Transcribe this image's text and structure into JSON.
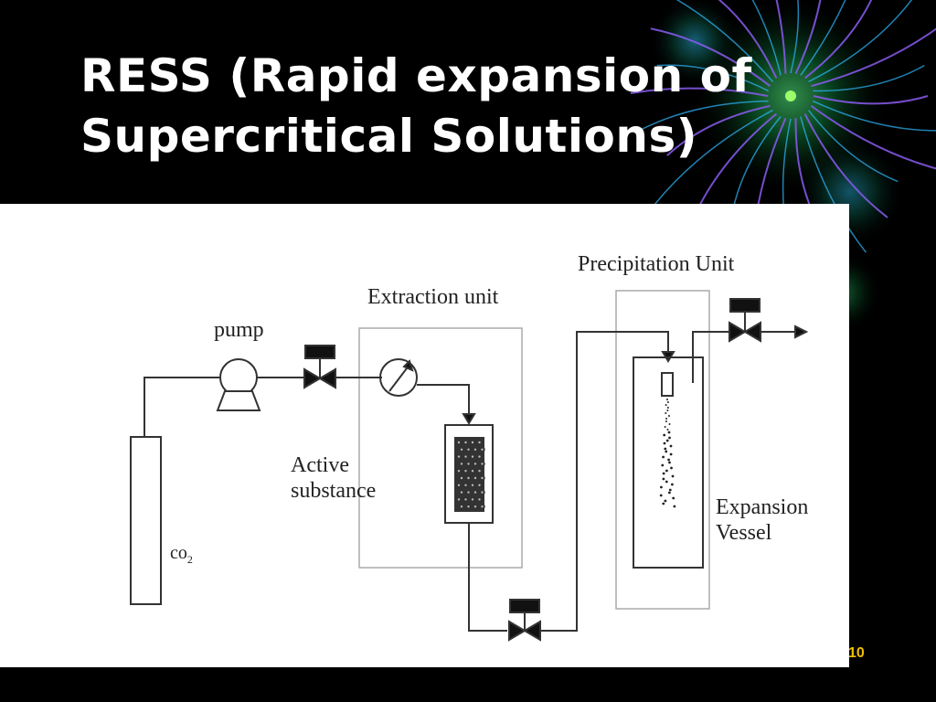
{
  "slide": {
    "title_line1": "RESS (Rapid expansion of",
    "title_line2": "Supercritical Solutions)",
    "page_number": "10"
  },
  "diagram": {
    "labels": {
      "pump": "pump",
      "extraction_unit": "Extraction unit",
      "precipitation_unit": "Precipitation Unit",
      "active_line1": "Active",
      "active_line2": "substance",
      "expansion_line1": "Expansion",
      "expansion_line2": "Vessel",
      "co2_prefix": "co",
      "co2_sub": "2"
    }
  },
  "colors": {
    "background": "#000000",
    "title": "#ffffff",
    "page_number": "#f0c000",
    "decor_green": "#22e05a",
    "decor_purple": "#8a5cf0"
  }
}
